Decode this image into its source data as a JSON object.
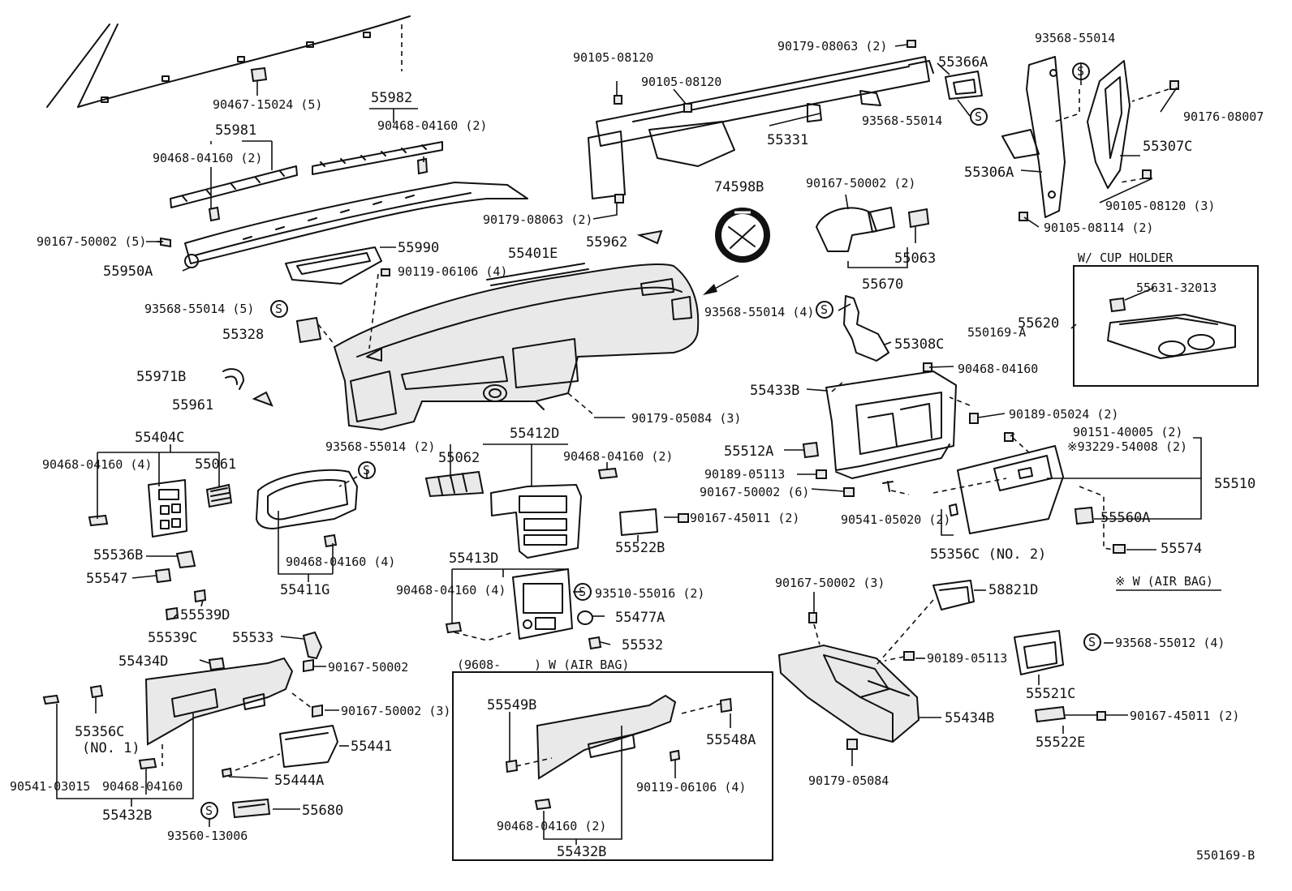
{
  "diagram_id": "550169-B",
  "labels": {
    "p90467_15024": "90467-15024 (5)",
    "p55982": "55982",
    "p90468_04160_2a": "90468-04160 (2)",
    "p55981": "55981",
    "p90468_04160_2b": "90468-04160 (2)",
    "p90167_50002_5": "90167-50002 (5)",
    "p55950A": "55950A",
    "p55990": "55990",
    "p90119_06106_4a": "90119-06106 (4)",
    "p55401E": "55401E",
    "p55962": "55962",
    "p93568_55014_5": "93568-55014 (5)",
    "p55328": "55328",
    "p55971B": "55971B",
    "p55961": "55961",
    "p90105_08120a": "90105-08120",
    "p90105_08120b": "90105-08120",
    "p90179_08063_2a": "90179-08063 (2)",
    "p55366A": "55366A",
    "p93568_55014a": "93568-55014",
    "p55331": "55331",
    "p90179_08063_2b": "90179-08063 (2)",
    "p74598B": "74598B",
    "p90167_50002_2": "90167-50002 (2)",
    "p55063": "55063",
    "p55670": "55670",
    "p93568_55014_4": "93568-55014 (4)",
    "p93568_55014b": "93568-55014",
    "p90176_08007": "90176-08007",
    "p55307C": "55307C",
    "p55306A": "55306A",
    "p90105_08120_3": "90105-08120 (3)",
    "p90105_08114_2": "90105-08114 (2)",
    "cup_holder_title": "W/ CUP HOLDER",
    "p55631_32013": "55631-32013",
    "p55620": "55620",
    "p550169A": "550169-A",
    "p55308C": "55308C",
    "p90468_04160a": "90468-04160",
    "p55433B": "55433B",
    "p90189_05024_2": "90189-05024 (2)",
    "p90151_40005_2": "90151-40005 (2)",
    "p93229_54008_2": "※93229-54008 (2)",
    "p55510": "55510",
    "p55512A": "55512A",
    "p90189_05113a": "90189-05113",
    "p90167_50002_6": "90167-50002 (6)",
    "p90541_05020_2": "90541-05020 (2)",
    "p55560A": "55560A",
    "p55356C_NO2": "55356C (NO. 2)",
    "p55574": "55574",
    "airbag_note": "※ W (AIR BAG)",
    "p90179_05084_3": "90179-05084 (3)",
    "p55404C": "55404C",
    "p90468_04160_4a": "90468-04160 (4)",
    "p55061": "55061",
    "p55536B": "55536B",
    "p55547": "55547",
    "p55539D": "55539D",
    "p55539C": "55539C",
    "p93568_55014_2": "93568-55014 (2)",
    "p90468_04160_4b": "90468-04160 (4)",
    "p55411G": "55411G",
    "p55412D": "55412D",
    "p55062": "55062",
    "p90468_04160_2c": "90468-04160 (2)",
    "p90167_45011_2a": "90167-45011 (2)",
    "p55522B": "55522B",
    "p55413D": "55413D",
    "p90468_04160_4c": "90468-04160 (4)",
    "p93510_55016_2": "93510-55016 (2)",
    "p55477A": "55477A",
    "p55532": "55532",
    "p55533": "55533",
    "p55434D": "55434D",
    "p90167_50002a": "90167-50002",
    "p90167_50002_3a": "90167-50002 (3)",
    "p55356C_NO1_a": "55356C",
    "p55356C_NO1_b": "(NO. 1)",
    "p55441": "55441",
    "p55444A": "55444A",
    "p90541_03015": "90541-03015",
    "p90468_04160b": "90468-04160",
    "p55432B_a": "55432B",
    "p55680": "55680",
    "p93560_13006": "93560-13006",
    "inset_title_a": "(9608-",
    "inset_title_b": ") W (AIR BAG)",
    "p55549B": "55549B",
    "p55548A": "55548A",
    "p90119_06106_4b": "90119-06106 (4)",
    "p90468_04160_2d": "90468-04160 (2)",
    "p55432B_b": "55432B",
    "p90167_50002_3b": "90167-50002 (3)",
    "p58821D": "58821D",
    "p90189_05113b": "90189-05113",
    "p55434B": "55434B",
    "p90179_05084": "90179-05084",
    "p93568_55012_4": "93568-55012 (4)",
    "p55521C": "55521C",
    "p90167_45011_2b": "90167-45011 (2)",
    "p55522E": "55522E",
    "s_mark": "S",
    "footer_code": "550169-B"
  }
}
